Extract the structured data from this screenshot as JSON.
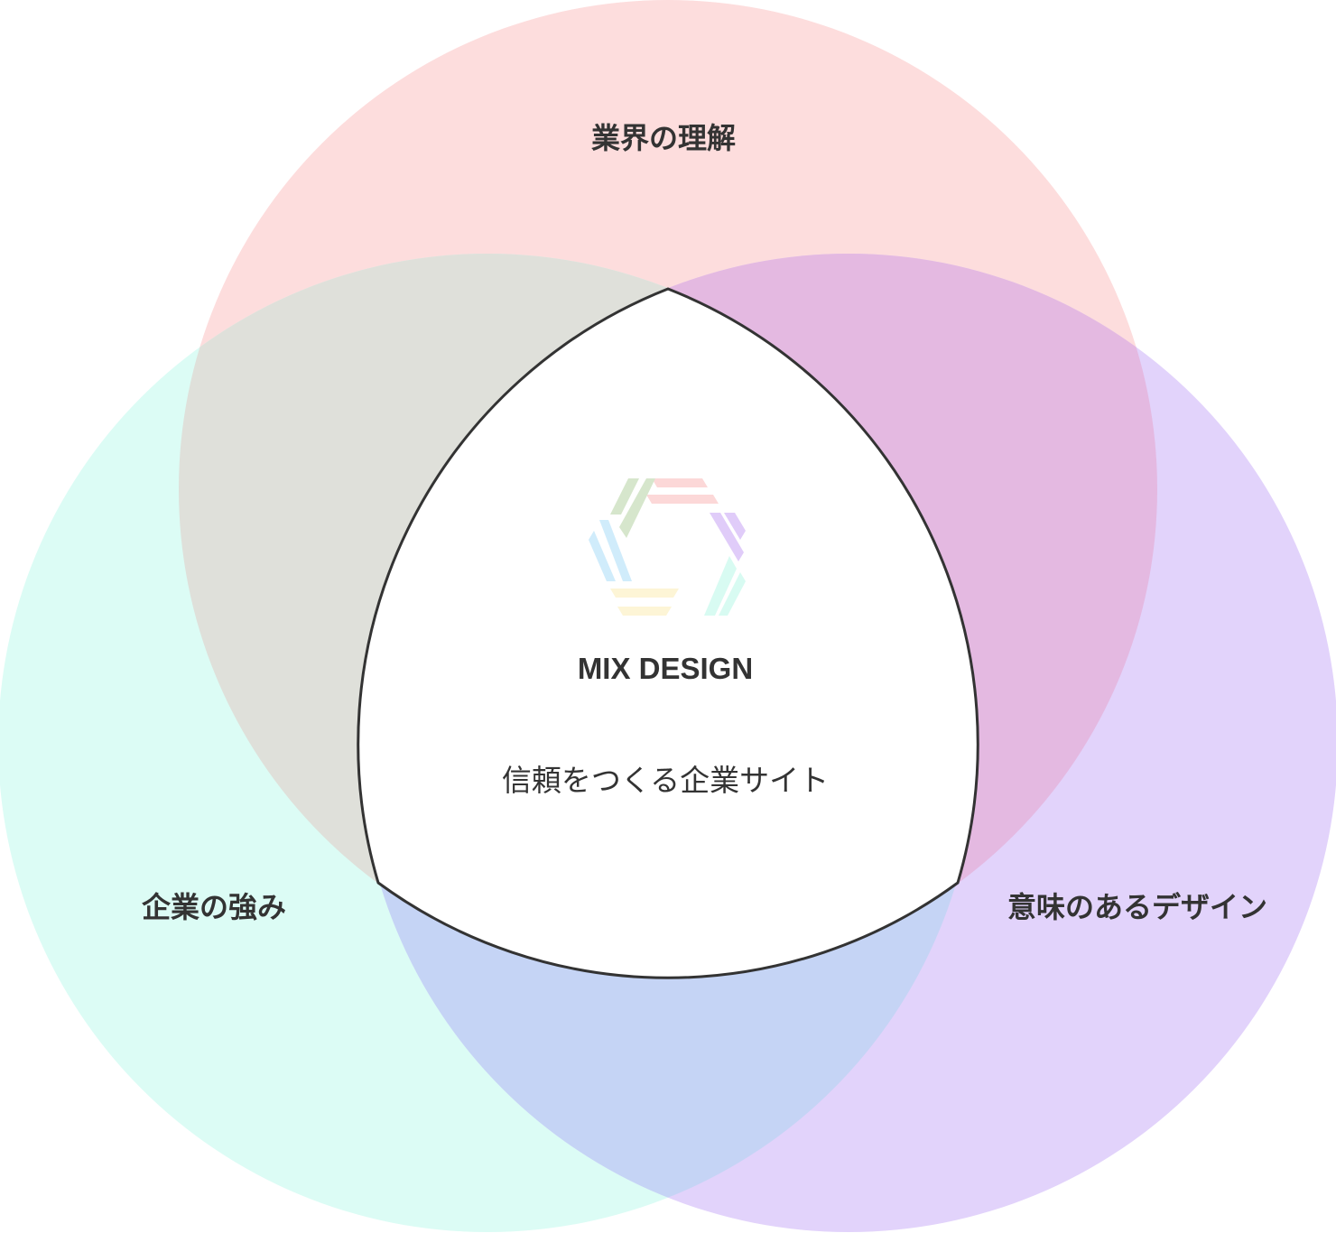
{
  "diagram": {
    "circles": [
      {
        "id": "industry",
        "label": "業界の理解",
        "color": "#fddddd"
      },
      {
        "id": "strength",
        "label": "企業の強み",
        "color": "#dcfcf5"
      },
      {
        "id": "design",
        "label": "意味のあるデザイン",
        "color": "#e2d3fb"
      }
    ],
    "overlap_colors": {
      "industry_strength": "#dfe0da",
      "industry_design": "#e4b9e1",
      "strength_design": "#c5d4f5"
    },
    "center": {
      "brand_name": "MIX DESIGN",
      "tagline": "信頼をつくる企業サイト",
      "fill": "#ffffff",
      "outline": "#333333"
    },
    "logo": {
      "icon": "hexagon-stripes-logo",
      "segment_colors": [
        "#fcd8d8",
        "#e0ccf9",
        "#d8fbf2",
        "#fdf5d6",
        "#d0ecfb",
        "#d6e6cc"
      ]
    }
  }
}
